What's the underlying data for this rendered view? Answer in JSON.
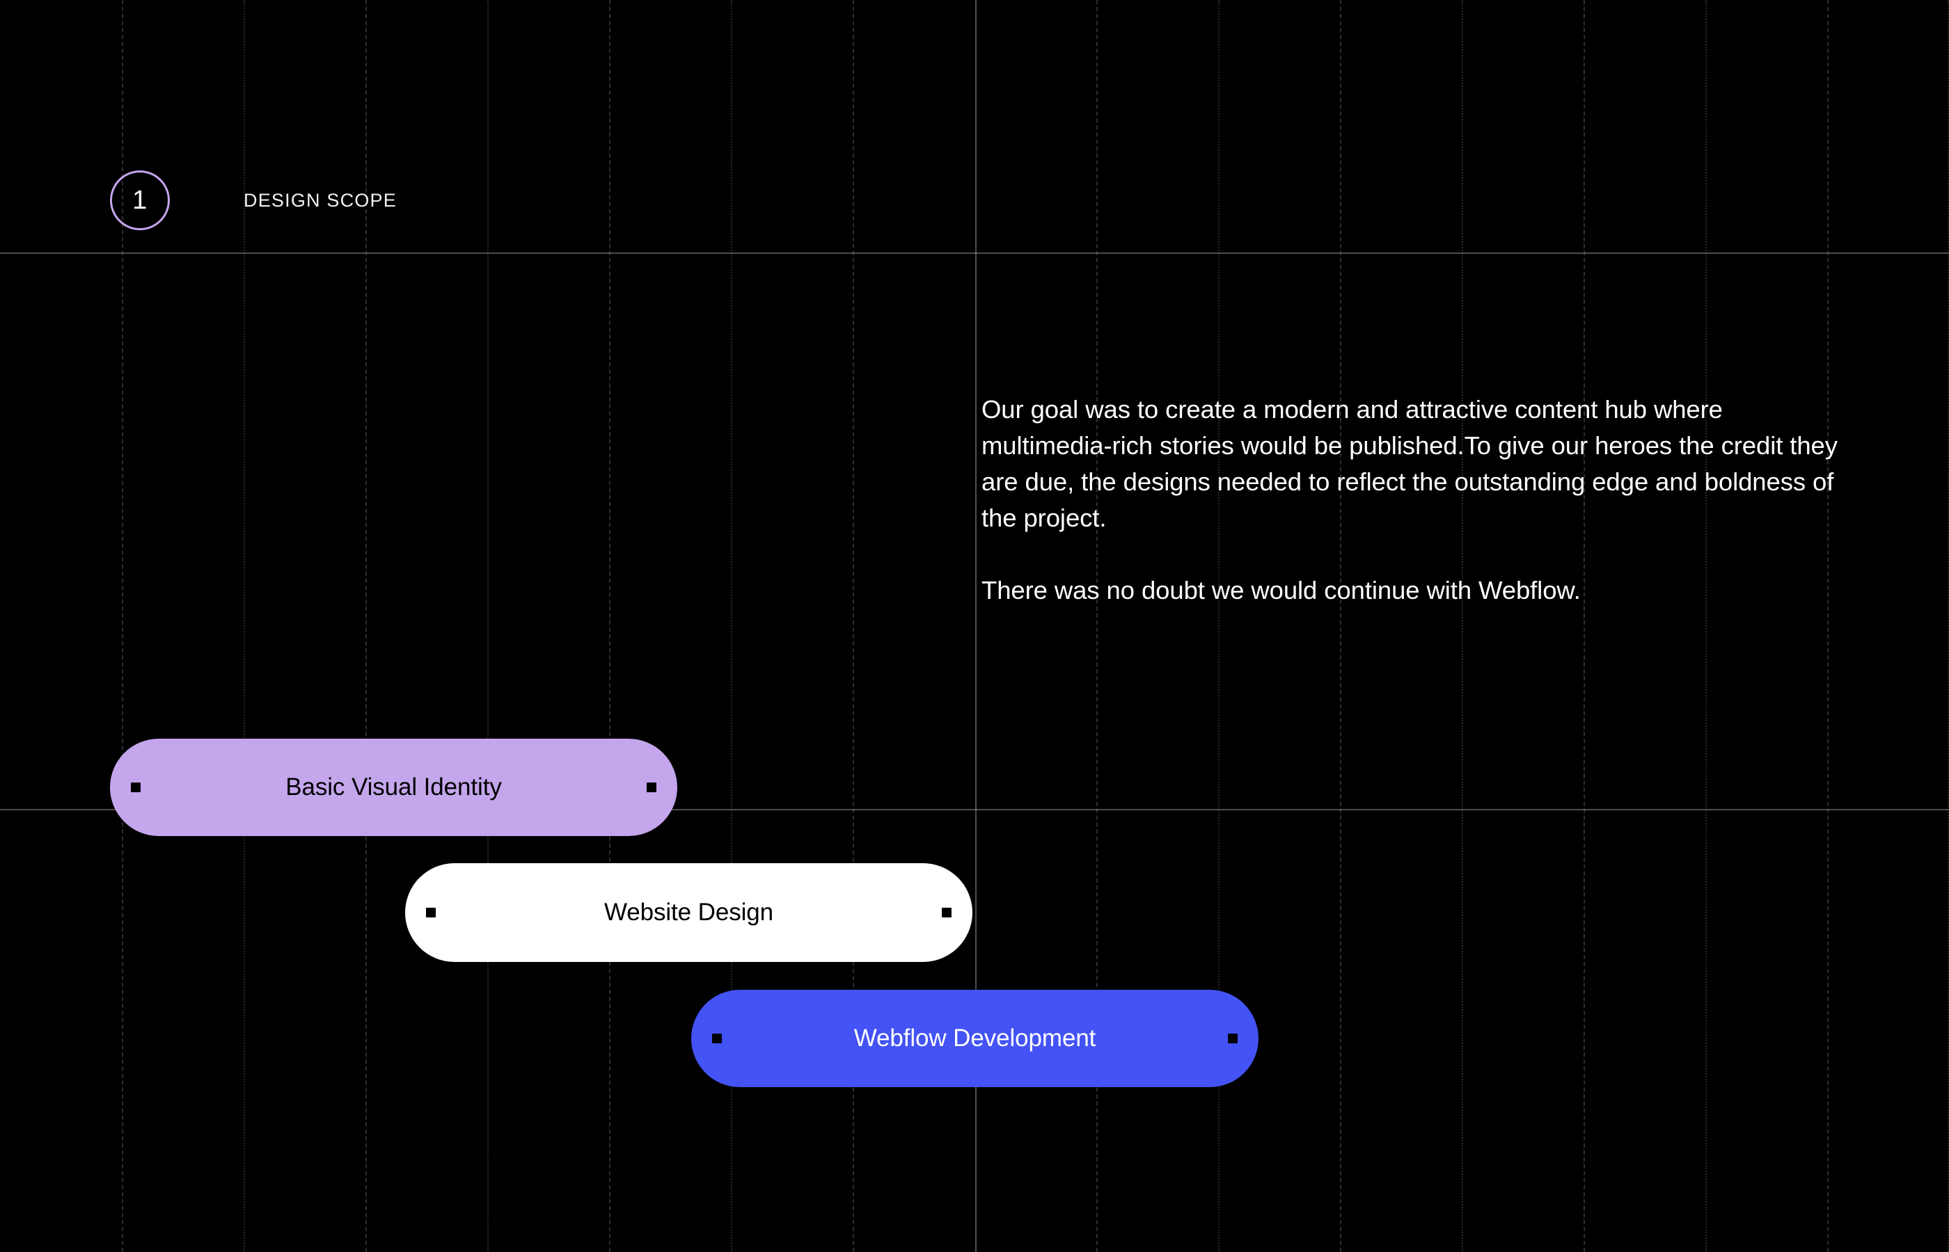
{
  "theme": {
    "background": "#000000",
    "grid_line": "rgba(255,255,255,0.18)",
    "accent_purple": "#C4A6EC",
    "accent_blue": "#4353F5",
    "text_light": "#FFFFFF",
    "text_dark": "#000000"
  },
  "section": {
    "step_number": "1",
    "label": "DESIGN SCOPE"
  },
  "copy": {
    "paragraph_1": "Our goal was to create a modern and attractive content hub where multimedia-rich stories would be published.To give our heroes the credit they are due, the designs needed to reflect the outstanding edge and boldness of the project.",
    "paragraph_2": "There was no doubt we would continue with Webflow."
  },
  "pills": [
    {
      "id": "basic-visual-identity",
      "label": "Basic Visual Identity",
      "background": "#C4A6EC",
      "text_color": "#000000"
    },
    {
      "id": "website-design",
      "label": "Website Design",
      "background": "#FFFFFF",
      "text_color": "#000000"
    },
    {
      "id": "webflow-development",
      "label": "Webflow Development",
      "background": "#4353F5",
      "text_color": "#FFFFFF"
    }
  ],
  "grid": {
    "vertical_dashed_x": [
      175,
      525,
      875,
      1225,
      1575,
      1925,
      2275,
      2625
    ],
    "vertical_dotted_x": [
      350,
      700,
      1050,
      1750,
      2100,
      2450,
      2800
    ],
    "vertical_solid_x": [
      1401
    ],
    "horizontal_solid_y": [
      363,
      1163
    ]
  }
}
